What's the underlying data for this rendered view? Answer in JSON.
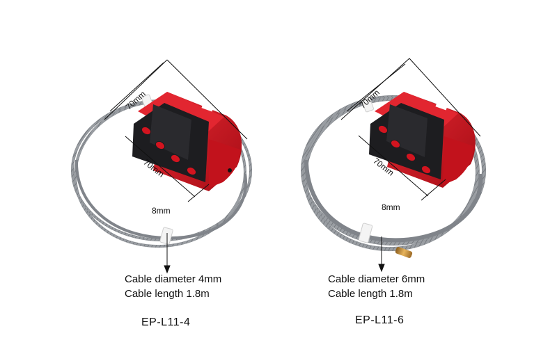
{
  "products": [
    {
      "model": "EP-L11-4",
      "cable_diameter_text": "Cable diameter 4mm",
      "cable_length_text": "Cable length 1.8m",
      "dim_top": "70mm",
      "dim_side": "70mm",
      "dim_thickness": "8mm"
    },
    {
      "model": "EP-L11-6",
      "cable_diameter_text": "Cable diameter 6mm",
      "cable_length_text": "Cable length 1.8m",
      "dim_top": "70mm",
      "dim_side": "70mm",
      "dim_thickness": "8mm"
    }
  ],
  "colors": {
    "lock_body": "#d3141f",
    "lock_dark": "#1c1c1f",
    "cable": "#8f9398",
    "tie": "#f2f2f2",
    "brass": "#c9923a"
  }
}
